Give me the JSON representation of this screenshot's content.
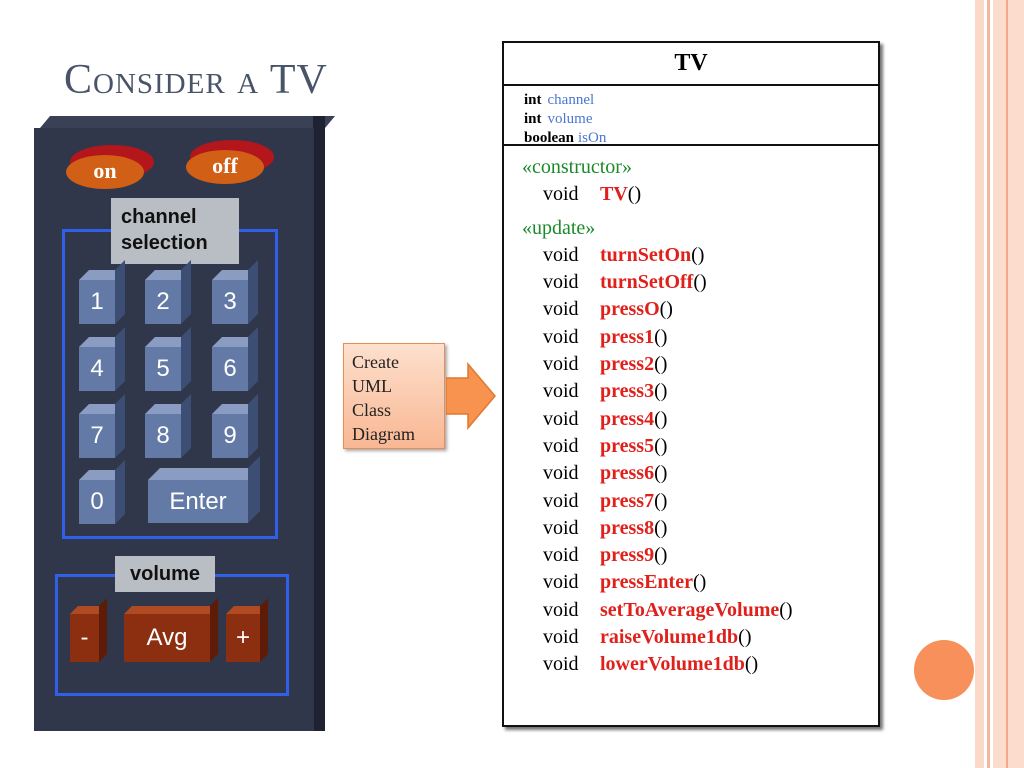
{
  "slide": {
    "title": "Consider a TV"
  },
  "remote": {
    "on_label": "on",
    "off_label": "off",
    "channel_label_line1": "channel",
    "channel_label_line2": "selection",
    "keys": [
      "1",
      "2",
      "3",
      "4",
      "5",
      "6",
      "7",
      "8",
      "9",
      "0"
    ],
    "enter_label": "Enter",
    "volume_label": "volume",
    "volume_keys": {
      "minus": "-",
      "avg": "Avg",
      "plus": "+"
    }
  },
  "callout": {
    "lines": [
      "Create",
      "UML",
      "Class",
      "Diagram"
    ]
  },
  "uml": {
    "class_name": "TV",
    "attributes": [
      {
        "type": "int",
        "name": "channel"
      },
      {
        "type": "int",
        "name": "volume"
      },
      {
        "type": "boolean",
        "name": "isOn"
      }
    ],
    "constructor_stereotype": "«constructor»",
    "constructor": {
      "ret": "void",
      "name": "TV",
      "parens": "()"
    },
    "update_stereotype": "«update»",
    "methods": [
      {
        "ret": "void",
        "name": "turnSetOn",
        "parens": "()"
      },
      {
        "ret": "void",
        "name": "turnSetOff",
        "parens": "()"
      },
      {
        "ret": "void",
        "name": "pressO",
        "parens": "()"
      },
      {
        "ret": "void",
        "name": "press1",
        "parens": "()"
      },
      {
        "ret": "void",
        "name": "press2",
        "parens": "()"
      },
      {
        "ret": "void",
        "name": "press3",
        "parens": "()"
      },
      {
        "ret": "void",
        "name": "press4",
        "parens": "()"
      },
      {
        "ret": "void",
        "name": "press5",
        "parens": "()"
      },
      {
        "ret": "void",
        "name": "press6",
        "parens": "()"
      },
      {
        "ret": "void",
        "name": "press7",
        "parens": "()"
      },
      {
        "ret": "void",
        "name": "press8",
        "parens": "()"
      },
      {
        "ret": "void",
        "name": "press9",
        "parens": "()"
      },
      {
        "ret": "void",
        "name": "pressEnter",
        "parens": "()"
      },
      {
        "ret": "void",
        "name": "setToAverageVolume",
        "parens": "()"
      },
      {
        "ret": "void",
        "name": "raiseVolume1db",
        "parens": "()"
      },
      {
        "ret": "void",
        "name": "lowerVolume1db",
        "parens": "()"
      }
    ]
  }
}
